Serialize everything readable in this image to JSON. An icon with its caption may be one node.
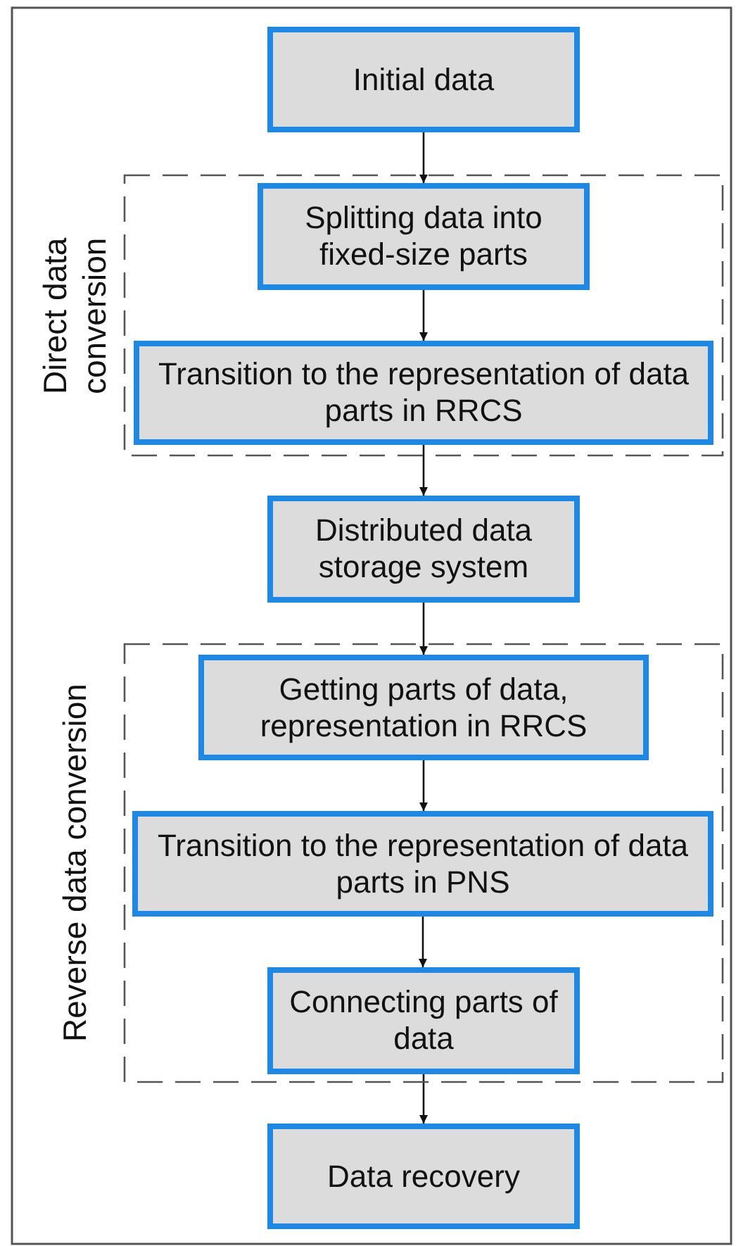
{
  "diagram": {
    "nodes": [
      {
        "text": [
          "Initial data"
        ]
      },
      {
        "text": [
          "Direct data conversion"
        ]
      },
      {
        "text": [
          "Splitting data into fixed-size parts"
        ],
        "in": 1
      },
      {
        "text": [
          "Transition to the representation of data parts in RRCS"
        ],
        "in": 1
      },
      {
        "text": [
          "Distributed data storage system"
        ]
      },
      {
        "text": [
          "Reverse data conversion"
        ]
      },
      {
        "text": [
          "Getting parts of data, representation in RRCS"
        ],
        "in": 5
      },
      {
        "text": [
          "Transition to the representation of data parts in PNS"
        ],
        "in": 5
      },
      {
        "text": [
          "Connecting parts of data"
        ],
        "in": 5
      },
      {
        "text": [
          "Data recovery"
        ]
      }
    ],
    "edges": [
      {
        "from": 0,
        "to": 2,
        "arrow": "to"
      },
      {
        "from": 2,
        "to": 3,
        "arrow": "to"
      },
      {
        "from": 3,
        "to": 4,
        "arrow": "to"
      },
      {
        "from": 4,
        "to": 6,
        "arrow": "to"
      },
      {
        "from": 6,
        "to": 7,
        "arrow": "to"
      },
      {
        "from": 7,
        "to": 8,
        "arrow": "to"
      },
      {
        "from": 8,
        "to": 9,
        "arrow": "to"
      }
    ]
  }
}
